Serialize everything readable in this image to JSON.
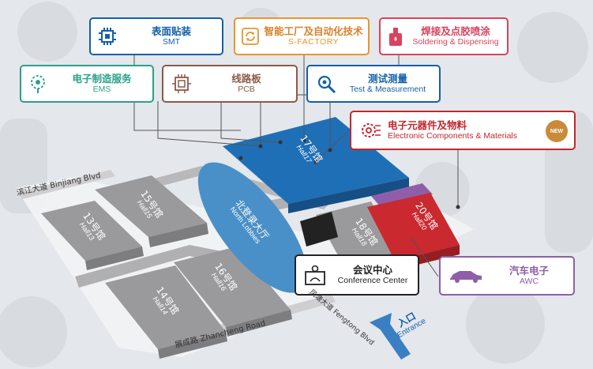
{
  "colors": {
    "blue_hall": "#1f6fb7",
    "light_blue": "#4a90c8",
    "red_hall": "#c9292f",
    "purple": "#8e5fa8",
    "gray_hall": "#9a9a9c",
    "navy": "#1560a8",
    "orange": "#e8962f",
    "pink": "#d9435e",
    "teal": "#2aa08a",
    "brown": "#8b5a4a",
    "red": "#c1272d",
    "dark": "#222222"
  },
  "categories": {
    "smt": {
      "zh": "表面贴装",
      "en": "SMT",
      "icon": "chip-icon"
    },
    "sfactory": {
      "zh": "智能工厂及自动化技术",
      "en": "S-FACTORY",
      "icon": "refresh-icon"
    },
    "soldering": {
      "zh": "焊接及点胶喷涂",
      "en": "Soldering & Dispensing",
      "icon": "glue-bottle-icon"
    },
    "ems": {
      "zh": "电子制造服务",
      "en": "EMS",
      "icon": "gear-tree-icon"
    },
    "pcb": {
      "zh": "线路板",
      "en": "PCB",
      "icon": "circuit-board-icon"
    },
    "test": {
      "zh": "测试测量",
      "en": "Test & Measurement",
      "icon": "magnifier-gear-icon"
    },
    "components": {
      "zh": "电子元器件及物料",
      "en": "Electronic Components & Materials",
      "icon": "gear-circuit-icon",
      "badge": "NEW"
    },
    "conference": {
      "zh": "会议中心",
      "en": "Conference Center",
      "icon": "presenter-icon"
    },
    "awc": {
      "zh": "汽车电子",
      "en": "AWC",
      "icon": "car-icon"
    }
  },
  "halls": {
    "h17": {
      "zh": "17号馆",
      "en": "Hall17"
    },
    "h20": {
      "zh": "20号馆",
      "en": "Hall20"
    },
    "h18": {
      "zh": "18号馆",
      "en": "Hall18"
    },
    "h13": {
      "zh": "13号馆",
      "en": "Hall13"
    },
    "h15": {
      "zh": "15号馆",
      "en": "Hall15"
    },
    "h14": {
      "zh": "14号馆",
      "en": "Hall14"
    },
    "h16": {
      "zh": "16号馆",
      "en": "Hall16"
    },
    "lobby": {
      "zh": "北登录大厅",
      "en": "North Lobbies"
    }
  },
  "roads": {
    "binjiang": "滨江大道 Binjiang Blvd",
    "zhancheng": "展成路 Zhancheng Road",
    "fengtong": "凤塘大道 Fengtong Blvd"
  },
  "entrance": {
    "zh": "入口",
    "en": "Entrance"
  }
}
